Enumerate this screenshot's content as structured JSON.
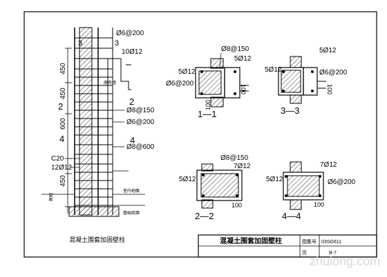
{
  "elevation": {
    "dim_450_top": "450",
    "dim_450_mid": "450",
    "dim_600": "600",
    "dim_450_bottom": "450",
    "section_3": "3",
    "section_2": "2",
    "section_4": "4",
    "label_top_stirrup": "Ø6@200",
    "label_top_bars": "10Ø12",
    "label_stirrup_a": "Ø8@150",
    "label_stirrup_b": "Ø6@200",
    "label_stirrup_c": "Ø8@600",
    "label_c20": "C20",
    "label_bottom_bars": "12Ø12",
    "side_note": "新砌",
    "note_left_small": "原有墙",
    "note_bottom_a": "室内地面",
    "note_bottom_b": "基础底面",
    "caption": "混凝土围套加固壁柱"
  },
  "sections": {
    "s11": {
      "label": "1—1",
      "stirrup": "Ø8@150",
      "top_bars": "5Ø12",
      "left_bars": "5Ø12",
      "tie": "Ø6@200",
      "dim": "100"
    },
    "s33": {
      "label": "3—3",
      "top_bars": "5Ø12",
      "left_bars": "5Ø12",
      "tie": "Ø6@200",
      "dim": "100"
    },
    "s22": {
      "label": "2—2",
      "stirrup": "Ø8@150",
      "top_bars": "7Ø12",
      "left_bars": "5Ø12",
      "dim": "100"
    },
    "s44": {
      "label": "4—4",
      "top_bars": "7Ø12",
      "left_bars": "5Ø12",
      "tie": "Ø6@200",
      "dim": "100"
    }
  },
  "title_block": {
    "title": "混凝土围套加固壁柱",
    "atlas_label": "图集号",
    "atlas_no": "03SG611",
    "page_label": "页",
    "page_no": "B-7"
  },
  "watermark": "zhulong.com"
}
